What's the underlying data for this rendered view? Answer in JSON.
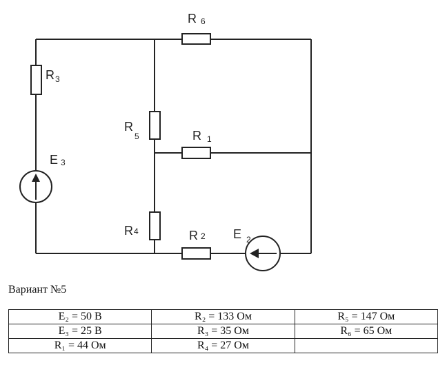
{
  "circuit": {
    "labels": {
      "R1": {
        "main": "R",
        "sub": "1"
      },
      "R2": {
        "main": "R",
        "sub": "2"
      },
      "R3": {
        "main": "R",
        "sub": "3"
      },
      "R4": {
        "main": "R",
        "sub": "4"
      },
      "R5": {
        "main": "R",
        "sub": "5"
      },
      "R6": {
        "main": "R",
        "sub": "6"
      },
      "E2": {
        "main": "E",
        "sub": "2"
      },
      "E3": {
        "main": "E",
        "sub": "3"
      }
    }
  },
  "variant_title": "Вариант №5",
  "parameters": [
    [
      "E₂ = 50 B",
      "R₂ = 133 Ом",
      "R₅ = 147 Ом"
    ],
    [
      "E₃ = 25 B",
      "R₃ = 35 Ом",
      "R₆ = 65 Ом"
    ],
    [
      "R₁ = 44 Ом",
      "R₄ = 27 Ом",
      ""
    ]
  ]
}
